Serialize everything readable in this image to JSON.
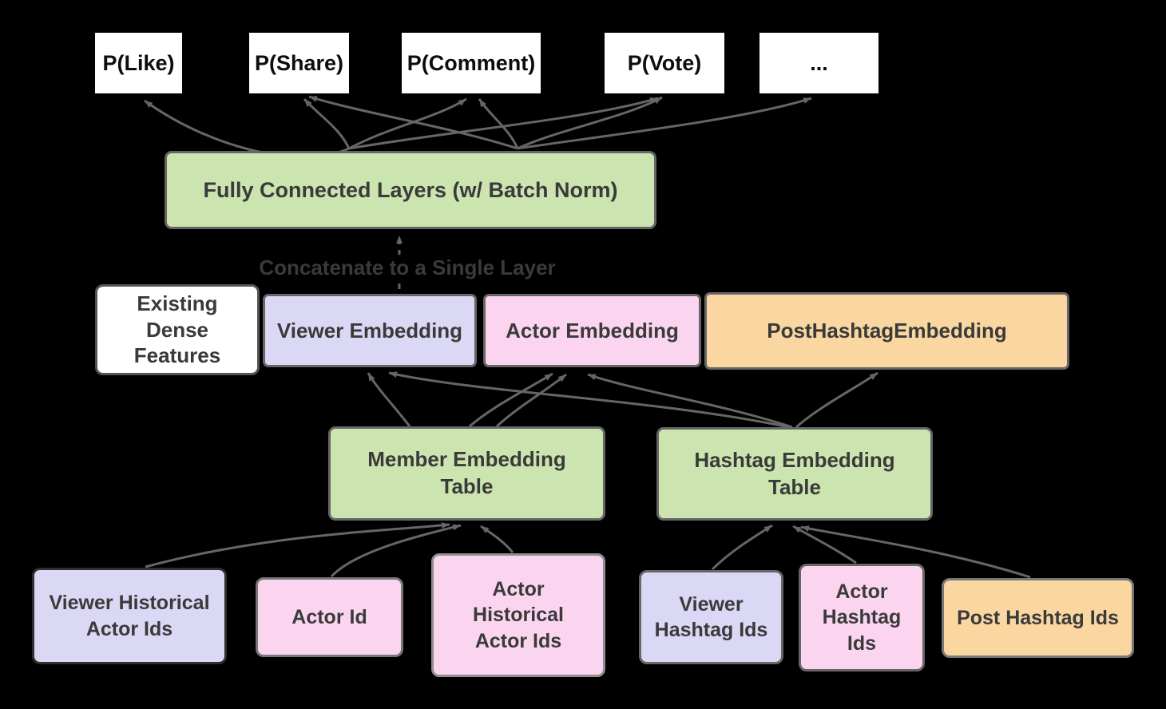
{
  "colors": {
    "background": "#000000",
    "green": "#cbe4b0",
    "lavender": "#dad8f5",
    "pink": "#fbd5f0",
    "orange": "#fad7a1",
    "white": "#ffffff",
    "border": "#666666",
    "border_dark": "#2f2f2f",
    "border_light": "#8f8f8f",
    "arrow": "#666666",
    "text_dark": "#3a3a3a",
    "text_black": "#0d0d0d"
  },
  "outputs": [
    {
      "label": "P(Like)"
    },
    {
      "label": "P(Share)"
    },
    {
      "label": "P(Comment)"
    },
    {
      "label": "P(Vote)"
    },
    {
      "label": "..."
    }
  ],
  "fc": {
    "label": "Fully Connected Layers (w/ Batch Norm)"
  },
  "concat": {
    "label": "Concatenate to a Single Layer"
  },
  "features": {
    "dense": {
      "label": "Existing\nDense\nFeatures"
    },
    "viewer_embedding": {
      "label": "Viewer Embedding"
    },
    "actor_embedding": {
      "label": "Actor Embedding"
    },
    "post_hashtag_embedding": {
      "label": "PostHashtagEmbedding"
    }
  },
  "tables": {
    "member": {
      "label": "Member  Embedding\nTable"
    },
    "hashtag": {
      "label": "Hashtag Embedding\nTable"
    }
  },
  "inputs": [
    {
      "label": "Viewer Historical\nActor Ids"
    },
    {
      "label": "Actor Id"
    },
    {
      "label": "Actor\nHistorical\nActor Ids"
    },
    {
      "label": "Viewer\nHashtag Ids"
    },
    {
      "label": "Actor\nHashtag\nIds"
    },
    {
      "label": "Post Hashtag Ids"
    }
  ]
}
